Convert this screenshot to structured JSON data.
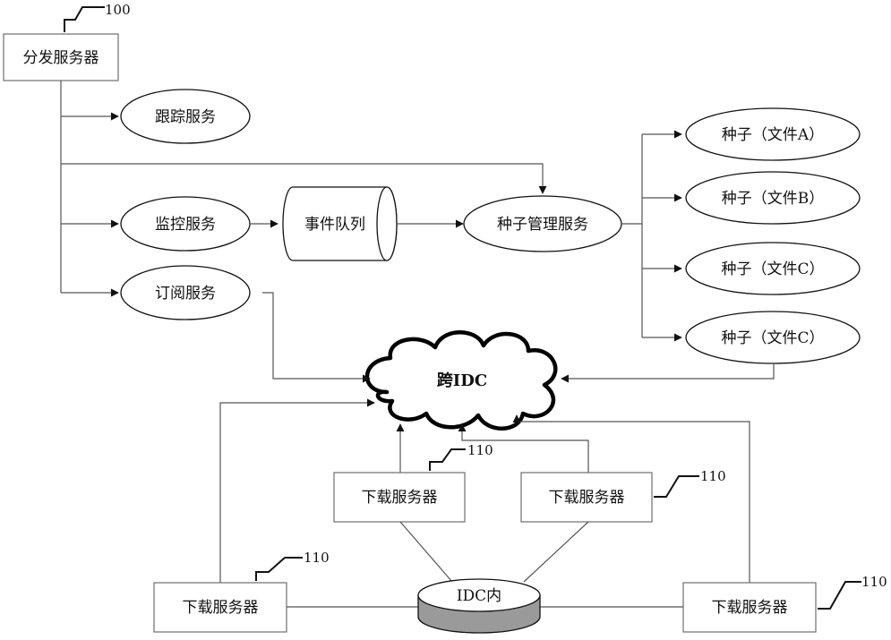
{
  "distribution_server": {
    "label": "分发服务器",
    "ref": "100"
  },
  "services": {
    "tracking": "跟踪服务",
    "monitoring": "监控服务",
    "subscription": "订阅服务",
    "event_queue": "事件队列",
    "seed_management": "种子管理服务"
  },
  "seeds": [
    {
      "label": "种子（文件A）"
    },
    {
      "label": "种子（文件B）"
    },
    {
      "label": "种子（文件C）"
    },
    {
      "label": "种子（文件C）"
    }
  ],
  "cross_idc": "跨IDC",
  "intra_idc": "IDC内",
  "download_servers": [
    {
      "label": "下载服务器",
      "ref": "110"
    },
    {
      "label": "下载服务器",
      "ref": "110"
    },
    {
      "label": "下载服务器",
      "ref": "110"
    },
    {
      "label": "下载服务器",
      "ref": "110"
    }
  ]
}
